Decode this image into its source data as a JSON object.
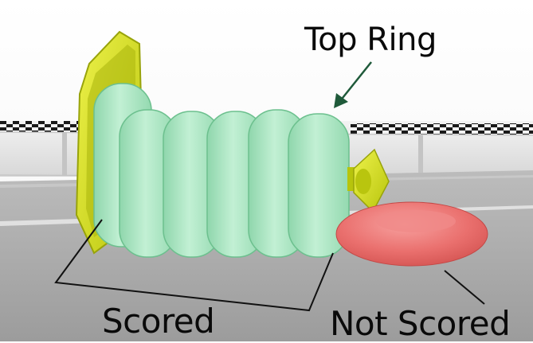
{
  "labels": {
    "top_ring": "Top Ring",
    "scored": "Scored",
    "not_scored": "Not Scored"
  },
  "colors": {
    "scored_ring": "#a8e6c0",
    "not_scored_ring": "#ee7a78",
    "goal_base": "#d4e21f",
    "field_floor": "#a9a9a9",
    "annotation_arrow": "#1f5a3a"
  }
}
